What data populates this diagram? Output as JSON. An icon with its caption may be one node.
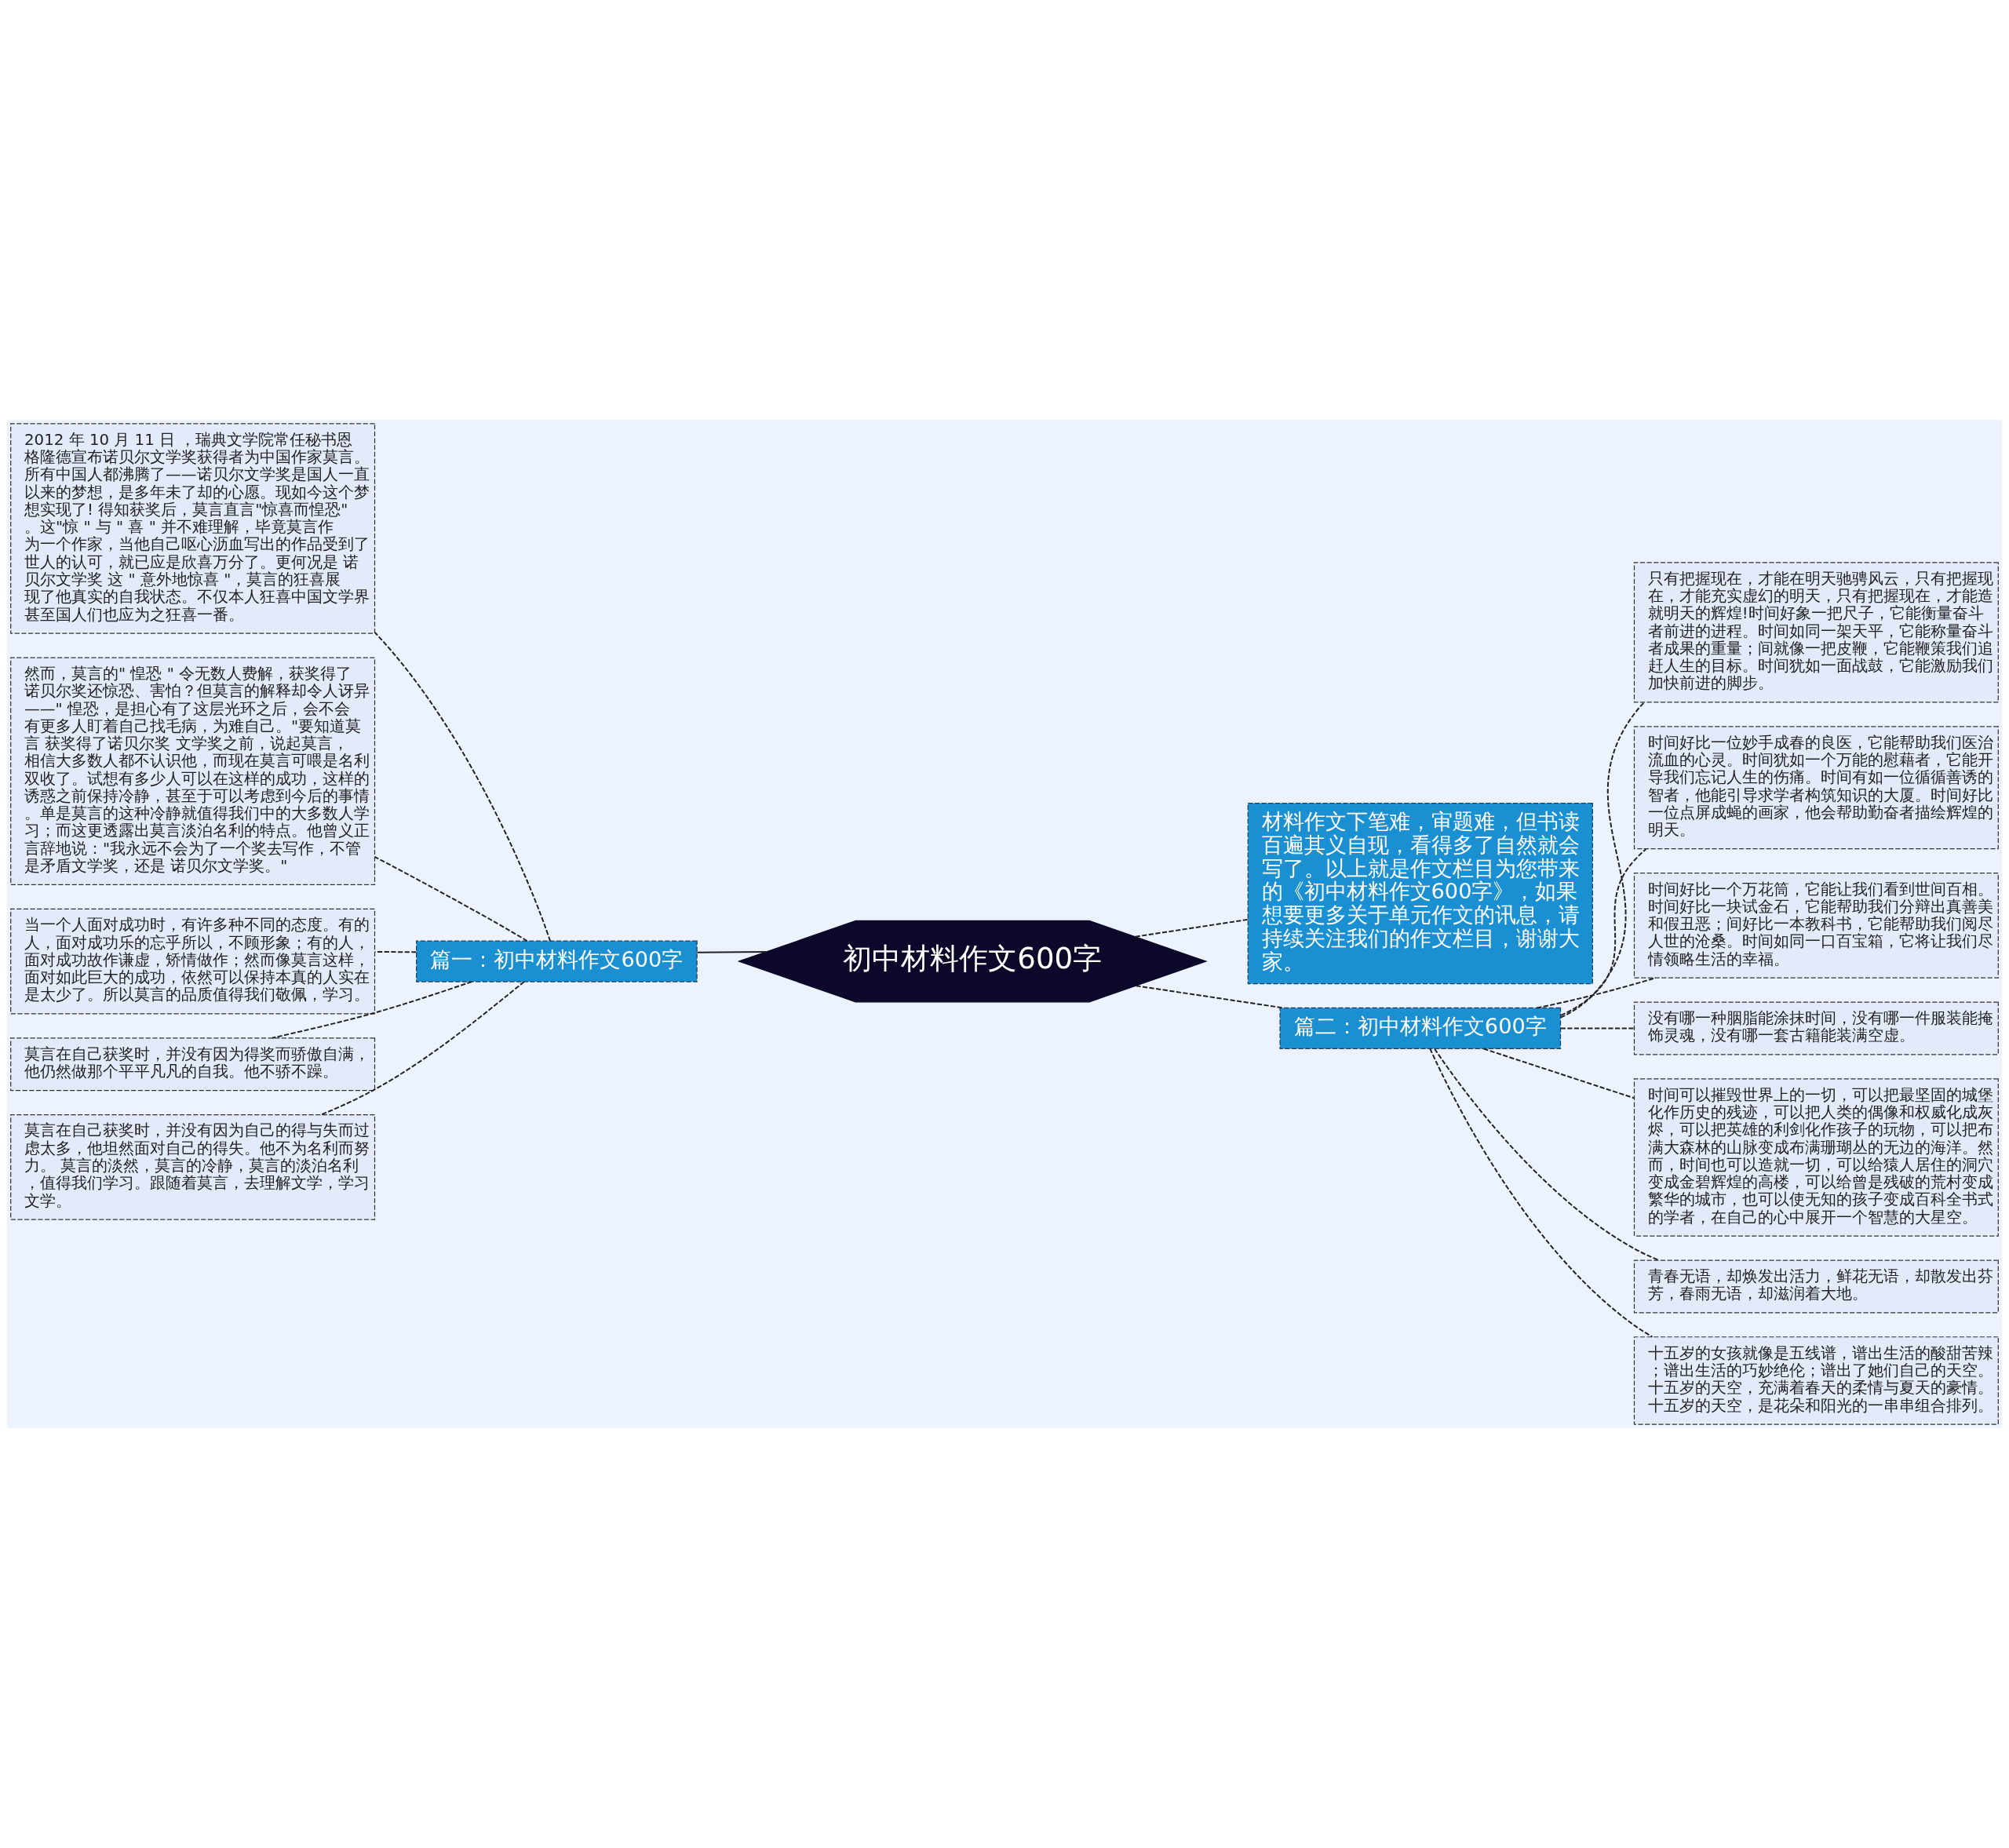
{
  "diagram": {
    "nodes": [
      {
        "text": [
          "初中材料作文600字"
        ]
      },
      {
        "text": [
          "材料作文下笔难，审题难，但书读百遍其义自现，看得多了自然就会写了。以上就是作文栏目为您带来的《初中材料作文600字》，如果想要更多关于单元作文的讯息，请持续关注我们的作文栏目，谢谢大家。"
        ]
      },
      {
        "text": [
          "篇一：初中材料作文600字"
        ]
      },
      {
        "text": [
          "2012 年 10 月 11 日 ，瑞典文学院常任秘书恩格隆德宣布诺贝尔文学奖获得者为中国作家莫言。所有中国人都沸腾了——诺贝尔文学奖是国人一直以来的梦想，是多年未了却的心愿。现如今这个梦想实现了! 得知获奖后，莫言直言\"惊喜而惶恐\"。这\"惊 \" 与 \" 喜 \" 并不难理解，毕竟莫言作为一个作家，当他自己呕心沥血写出的作品受到了世人的认可，就已应是欣喜万分了。更何况是 诺贝尔文学奖 这 \" 意外地惊喜 \"，莫言的狂喜展现了他真实的自我状态。不仅本人狂喜中国文学界甚至国人们也应为之狂喜一番。"
        ]
      },
      {
        "text": [
          "然而，莫言的\" 惶恐 \" 令无数人费解，获奖得了诺贝尔奖还惊恐、害怕？但莫言的解释却令人讶异——\" 惶恐，是担心有了这层光环之后，会不会有更多人盯着自己找毛病，为难自己。\"要知道莫言 获奖得了诺贝尔奖 文学奖之前，说起莫言，相信大多数人都不认识他，而现在莫言可喂是名利双收了。试想有多少人可以在这样的成功，这样的诱惑之前保持冷静，甚至于可以考虑到今后的事情。单是莫言的这种冷静就值得我们中的大多数人学习；而这更透露出莫言淡泊名利的特点。他曾义正言辞地说：\"我永远不会为了一个奖去写作，不管是矛盾文学奖，还是 诺贝尔文学奖。\""
        ]
      },
      {
        "text": [
          "当一个人面对成功时，有许多种不同的态度。有的人，面对成功乐的忘乎所以，不顾形象；有的人，面对成功故作谦虚，矫情做作；然而像莫言这样，面对如此巨大的成功，依然可以保持本真的人实在是太少了。所以莫言的品质值得我们敬佩，学习。"
        ]
      },
      {
        "text": [
          "莫言在自己获奖时，并没有因为得奖而骄傲自满，他仍然做那个平平凡凡的自我。他不骄不躁。"
        ]
      },
      {
        "text": [
          "莫言在自己获奖时，并没有因为自己的得与失而过虑太多，他坦然面对自己的得失。他不为名利而努力。 莫言的淡然，莫言的冷静，莫言的淡泊名利，值得我们学习。跟随着莫言，去理解文学，学习文学。"
        ]
      },
      {
        "text": [
          "篇二：初中材料作文600字"
        ]
      },
      {
        "text": [
          "只有把握现在，才能在明天驰骋风云，只有把握现在，才能充实虚幻的明天，只有把握现在，才能造就明天的辉煌!时间好象一把尺子，它能衡量奋斗者前进的进程。时间如同一架天平，它能称量奋斗者成果的重量；间就像一把皮鞭，它能鞭策我们追赶人生的目标。时间犹如一面战鼓，它能激励我们加快前进的脚步。"
        ]
      },
      {
        "text": [
          "时间好比一位妙手成春的良医，它能帮助我们医治流血的心灵。时间犹如一个万能的慰藉者，它能开导我们忘记人生的伤痛。时间有如一位循循善诱的智者，他能引导求学者构筑知识的大厦。时间好比一位点屏成蝇的画家，他会帮助勤奋者描绘辉煌的明天。"
        ]
      },
      {
        "text": [
          "时间好比一个万花筒，它能让我们看到世间百相。时间好比一块试金石，它能帮助我们分辩出真善美和假丑恶；间好比一本教科书，它能帮助我们阅尽人世的沧桑。时间如同一口百宝箱，它将让我们尽情领略生活的幸福。"
        ]
      },
      {
        "text": [
          "没有哪一种胭脂能涂抹时间，没有哪一件服装能掩饰灵魂，没有哪一套古籍能装满空虚。"
        ]
      },
      {
        "text": [
          "时间可以摧毁世界上的一切，可以把最坚固的城堡化作历史的残迹，可以把人类的偶像和权威化成灰烬，可以把英雄的利剑化作孩子的玩物，可以把布满大森林的山脉变成布满珊瑚丛的无边的海洋。然而，时间也可以造就一切，可以给猿人居住的洞穴变成金碧辉煌的高楼，可以给曾是残破的荒村变成繁华的城市，也可以使无知的孩子变成百科全书式的学者，在自己的心中展开一个智慧的大星空。"
        ]
      },
      {
        "text": [
          "青春无语，却焕发出活力，鲜花无语，却散发出芬芳，春雨无语，却滋润着大地。"
        ]
      },
      {
        "text": [
          "十五岁的女孩就像是五线谱，谱出生活的酸甜苦辣；谱出生活的巧妙绝伦；谱出了她们自己的天空。十五岁的天空，充满着春天的柔情与夏天的豪情。十五岁的天空，是花朵和阳光的一串串组合排列。"
        ]
      }
    ],
    "edges": [
      {
        "from": 0,
        "to": 1,
        "arrow": "none",
        "style": "dashed"
      },
      {
        "from": 0,
        "to": 2,
        "arrow": "none"
      },
      {
        "from": 0,
        "to": 8,
        "arrow": "none",
        "style": "dashed"
      },
      {
        "from": 2,
        "to": 3,
        "arrow": "none",
        "style": "dashed"
      },
      {
        "from": 2,
        "to": 4,
        "arrow": "none",
        "style": "dashed"
      },
      {
        "from": 2,
        "to": 5,
        "arrow": "none",
        "style": "dashed"
      },
      {
        "from": 2,
        "to": 6,
        "arrow": "none",
        "style": "dashed"
      },
      {
        "from": 2,
        "to": 7,
        "arrow": "none",
        "style": "dashed"
      },
      {
        "from": 8,
        "to": 9,
        "arrow": "none",
        "style": "dashed"
      },
      {
        "from": 8,
        "to": 10,
        "arrow": "none",
        "style": "dashed"
      },
      {
        "from": 8,
        "to": 11,
        "arrow": "none",
        "style": "dashed"
      },
      {
        "from": 8,
        "to": 12,
        "arrow": "none",
        "style": "dashed"
      },
      {
        "from": 8,
        "to": 13,
        "arrow": "none",
        "style": "dashed"
      },
      {
        "from": 8,
        "to": 14,
        "arrow": "none",
        "style": "dashed"
      },
      {
        "from": 8,
        "to": 15,
        "arrow": "none",
        "style": "dashed"
      }
    ]
  }
}
